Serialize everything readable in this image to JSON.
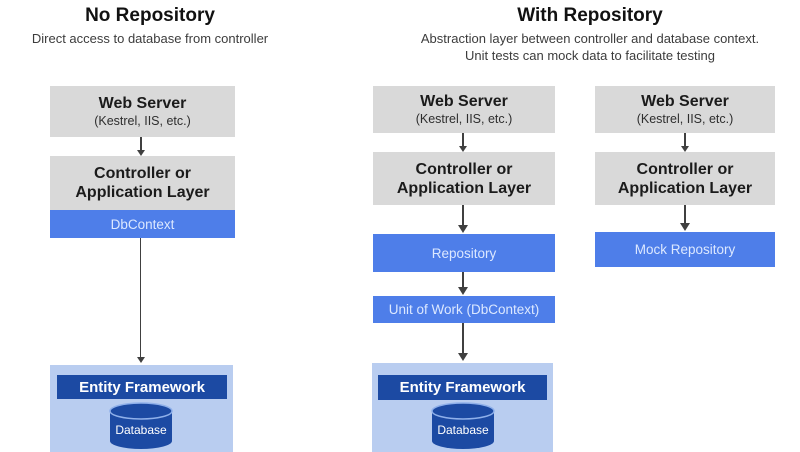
{
  "sections": {
    "no_repository": {
      "title": "No Repository",
      "subtitle": "Direct access to database from controller"
    },
    "with_repository": {
      "title": "With Repository",
      "subtitle_line1": "Abstraction layer between controller and database context.",
      "subtitle_line2": "Unit tests can mock data to facilitate testing"
    }
  },
  "columns": [
    {
      "name": "no-repository-flow",
      "web_server": {
        "title": "Web Server",
        "subtitle": "(Kestrel, IIS, etc.)"
      },
      "controller": {
        "line1": "Controller or",
        "line2": "Application Layer"
      },
      "dbcontext": "DbContext",
      "entity_framework": "Entity Framework",
      "database": "Database"
    },
    {
      "name": "with-repository-flow",
      "web_server": {
        "title": "Web Server",
        "subtitle": "(Kestrel, IIS, etc.)"
      },
      "controller": {
        "line1": "Controller or",
        "line2": "Application Layer"
      },
      "repository": "Repository",
      "unit_of_work": "Unit of Work (DbContext)",
      "entity_framework": "Entity Framework",
      "database": "Database"
    },
    {
      "name": "mock-repository-flow",
      "web_server": {
        "title": "Web Server",
        "subtitle": "(Kestrel, IIS, etc.)"
      },
      "controller": {
        "line1": "Controller or",
        "line2": "Application Layer"
      },
      "mock_repository": "Mock Repository"
    }
  ],
  "colors": {
    "box_gray": "#d9d9d9",
    "box_blue": "#4e7ee9",
    "bar_dark_blue": "#1c4aa3",
    "container_light_blue": "#b9cdf0",
    "arrow": "#404040"
  }
}
